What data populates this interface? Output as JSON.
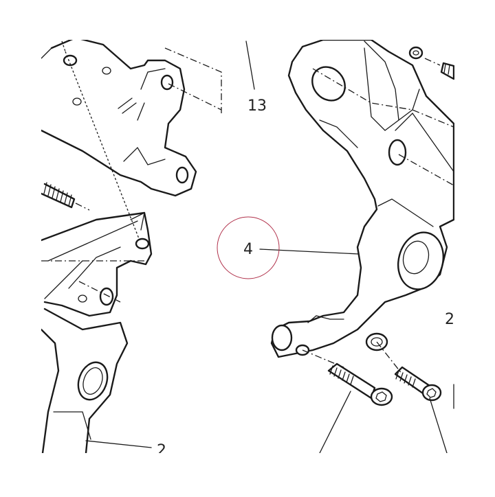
{
  "callouts": [
    {
      "id": "13",
      "label": "13"
    },
    {
      "id": "4",
      "label": "4"
    },
    {
      "id": "2-right",
      "label": "2"
    },
    {
      "id": "2-bottom",
      "label": "2"
    }
  ],
  "highlight_color": "#b0304a"
}
